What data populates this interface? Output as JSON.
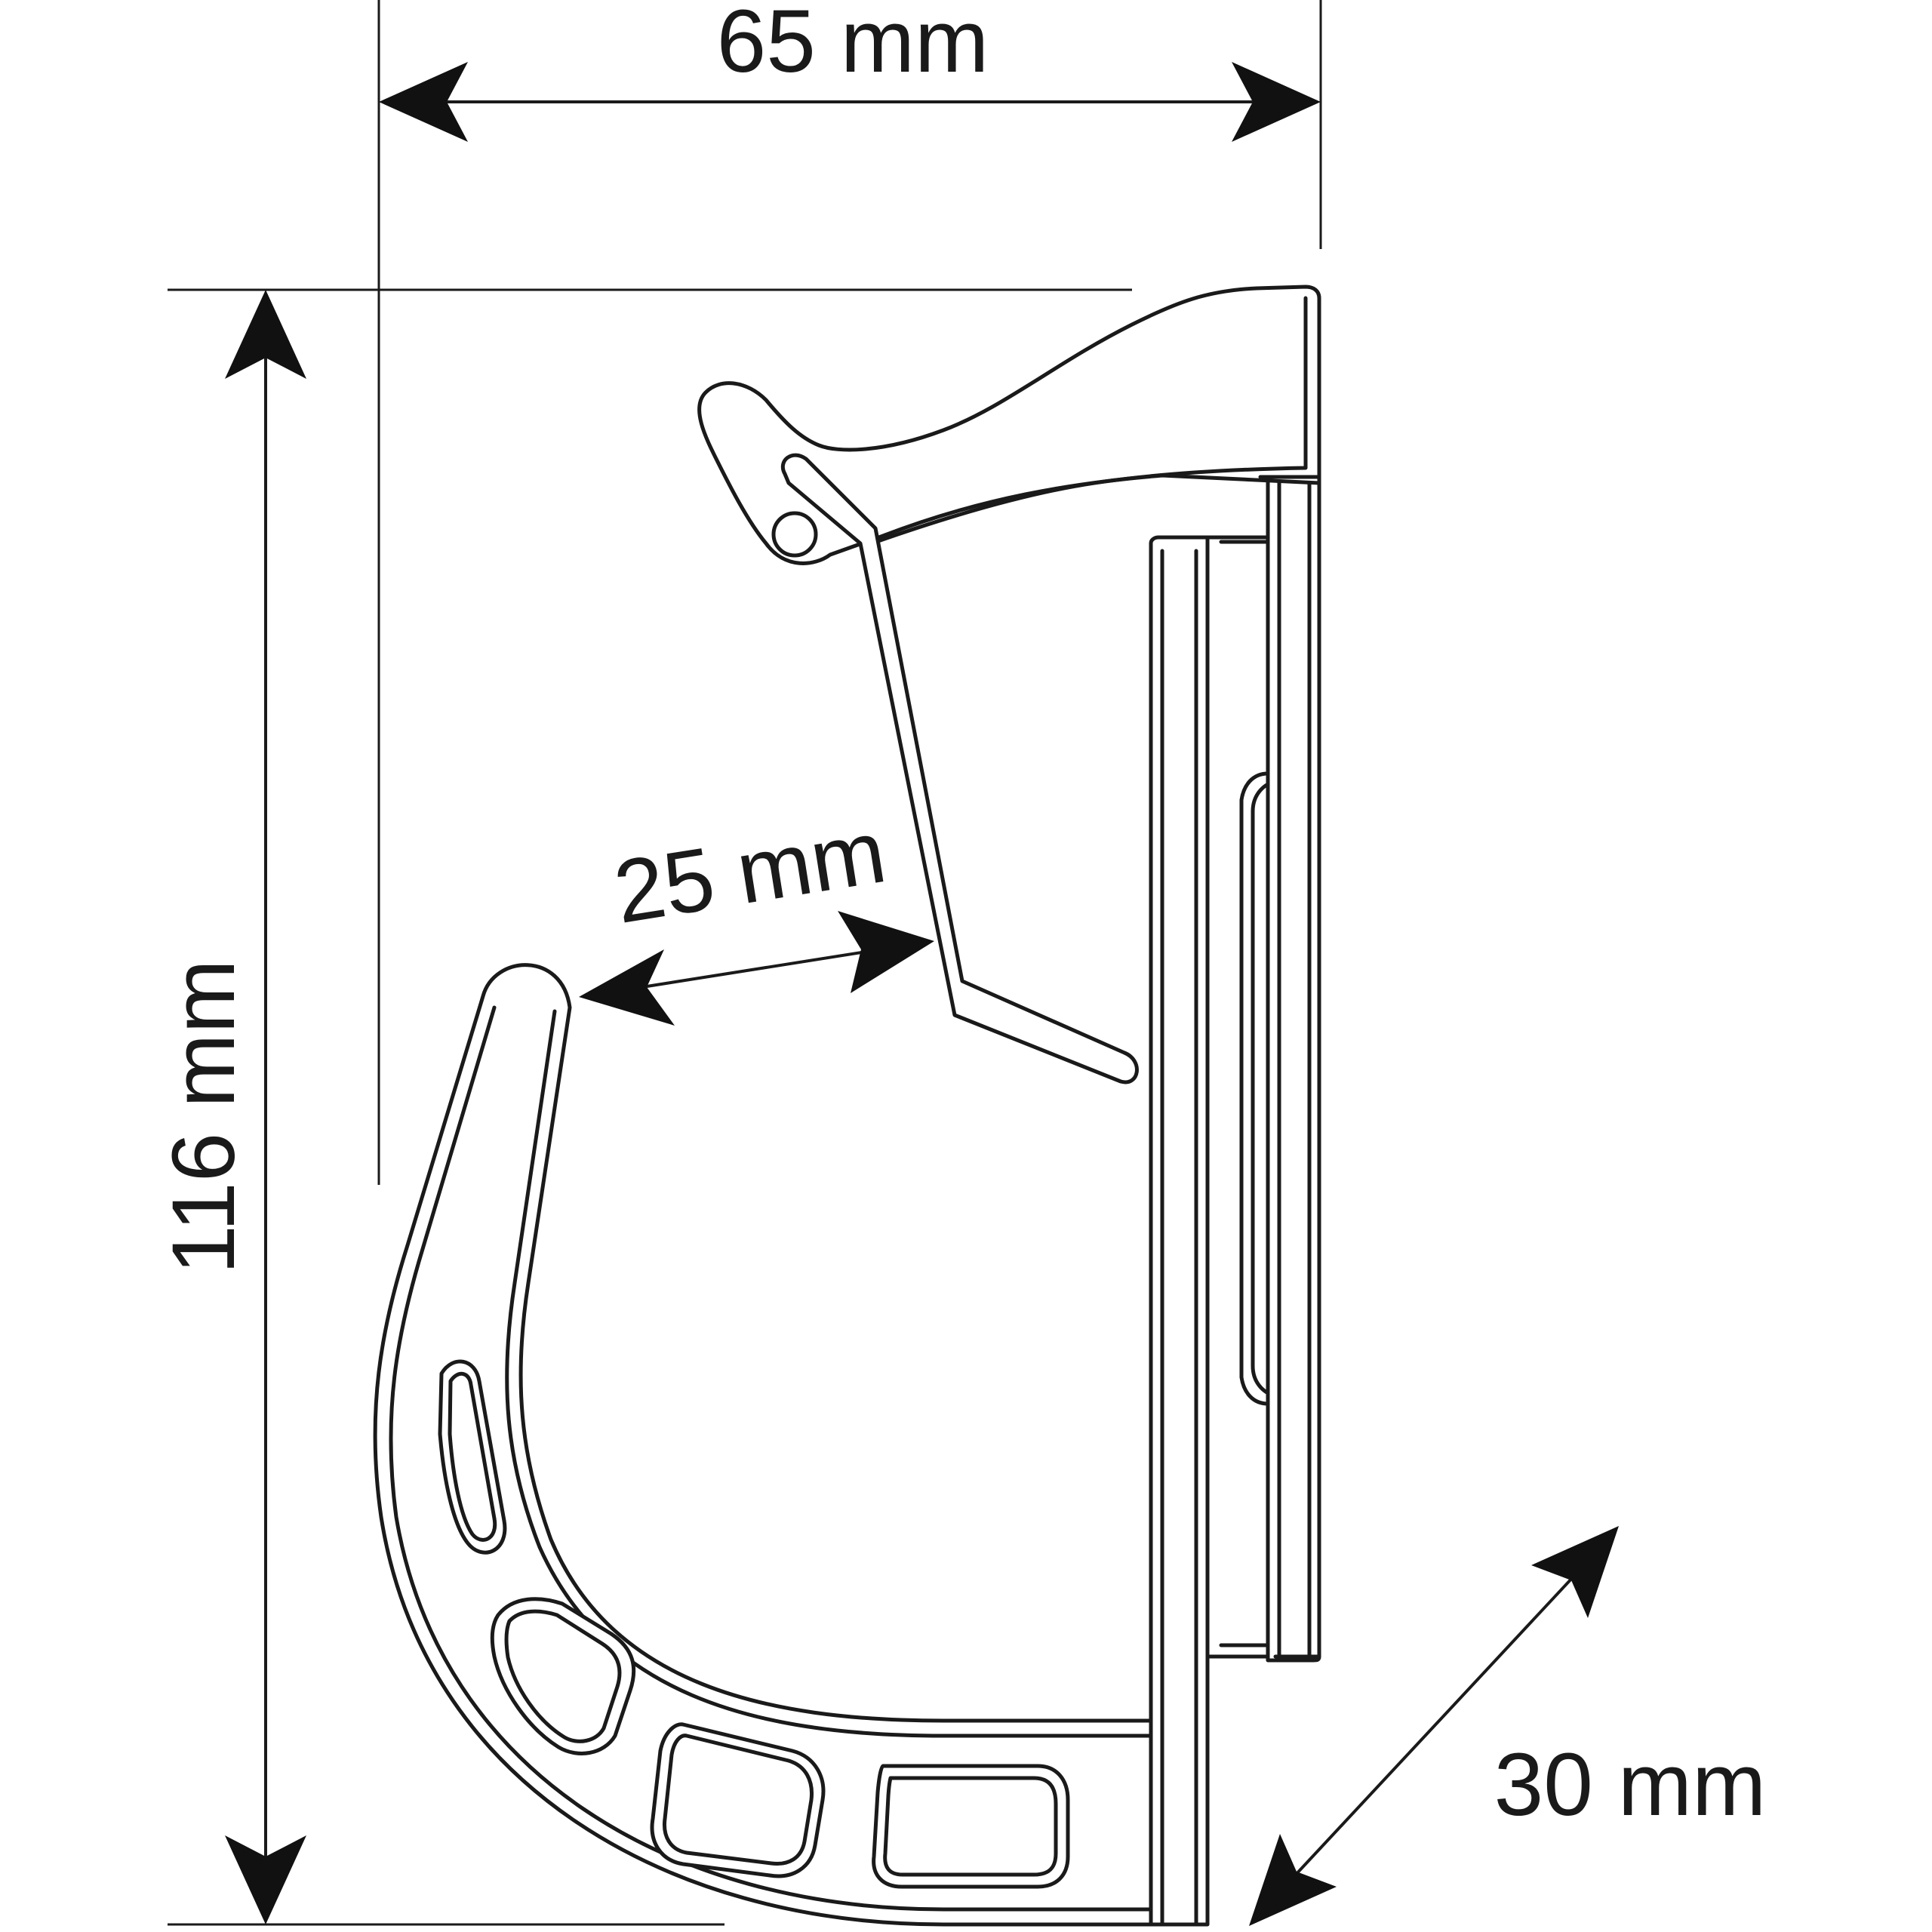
{
  "dimensions": {
    "width_label": "65 mm",
    "height_label": "116 mm",
    "opening_label": "25 mm",
    "depth_label": "30 mm"
  },
  "colors": {
    "line": "#1a1a1a",
    "background": "#ffffff"
  }
}
